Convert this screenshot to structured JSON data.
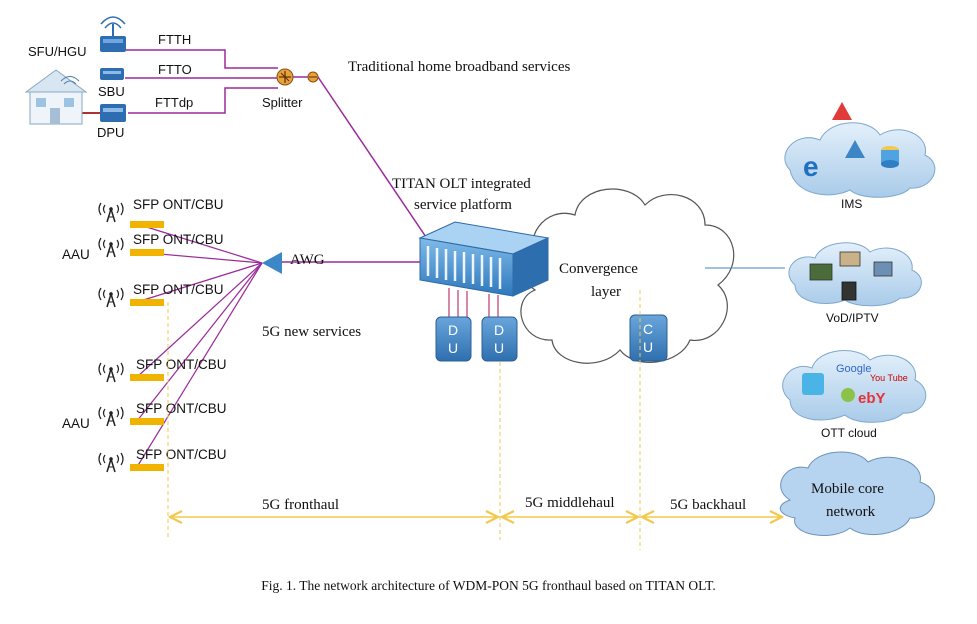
{
  "home": {
    "sfu_label": "SFU/HGU",
    "sbu_label": "SBU",
    "dpu_label": "DPU",
    "ftth_label": "FTTH",
    "ftto_label": "FTTO",
    "fttdp_label": "FTTdp",
    "splitter_label": "Splitter",
    "traditional_label": "Traditional home broadband services"
  },
  "olt": {
    "label_line1": "TITAN OLT integrated",
    "label_line2": "service platform"
  },
  "ont": {
    "rows": [
      {
        "label": "SFP ONT/CBU",
        "aau": ""
      },
      {
        "label": "SFP ONT/CBU",
        "aau": "AAU"
      },
      {
        "label": "SFP ONT/CBU",
        "aau": ""
      },
      {
        "label": "SFP ONT/CBU",
        "aau": ""
      },
      {
        "label": "SFP ONT/CBU",
        "aau": "AAU"
      },
      {
        "label": "SFP ONT/CBU",
        "aau": ""
      }
    ]
  },
  "awg_label": "AWG",
  "new_services_label": "5G new services",
  "du": {
    "letter1": "D",
    "letter2": "U"
  },
  "cu": {
    "letter1": "C",
    "letter2": "U"
  },
  "convergence": {
    "line1": "Convergence",
    "line2": "layer"
  },
  "clouds": {
    "ims_label": "IMS",
    "vod_label": "VoD/IPTV",
    "ott_label": "OTT cloud",
    "core_line1": "Mobile core",
    "core_line2": "network"
  },
  "spans": {
    "fronthaul": "5G fronthaul",
    "middlehaul": "5G middlehaul",
    "backhaul": "5G backhaul"
  },
  "caption": "Fig. 1. The network architecture of WDM-PON 5G fronthaul based on TITAN OLT.",
  "colors": {
    "fiber": "#9b2a9b",
    "accent_blue": "#3d86c6",
    "orange": "#f0b400",
    "dash_yellow": "#f2c94c",
    "awg_blue": "#3c87c8"
  }
}
